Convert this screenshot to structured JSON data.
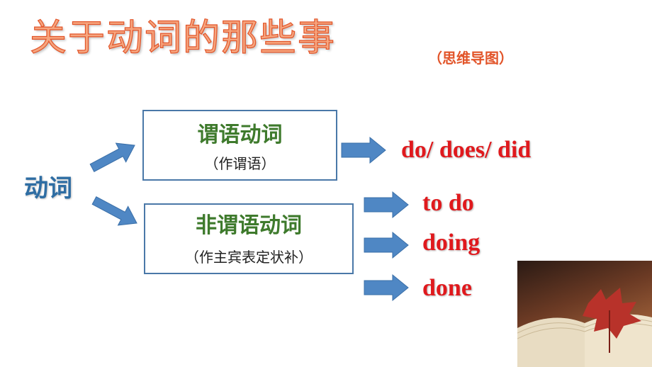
{
  "title": "关于动词的那些事",
  "subtitle": "（思维导图）",
  "root": "动词",
  "branches": [
    {
      "label": "谓语动词",
      "sub": "（作谓语）",
      "forms": [
        "do/ does/ did"
      ]
    },
    {
      "label": "非谓语动词",
      "sub": "（作主宾表定状补）",
      "forms": [
        "to do",
        "doing",
        "done"
      ]
    }
  ],
  "colors": {
    "title": "#e2552a",
    "root": "#2e6da3",
    "box_border": "#4a78a8",
    "box_label": "#3e7a2c",
    "forms": "#e0191d",
    "arrow": "#4f87c4"
  },
  "icons": {
    "arrow": "right-arrow-icon",
    "photo": "open-book-leaf-image"
  }
}
